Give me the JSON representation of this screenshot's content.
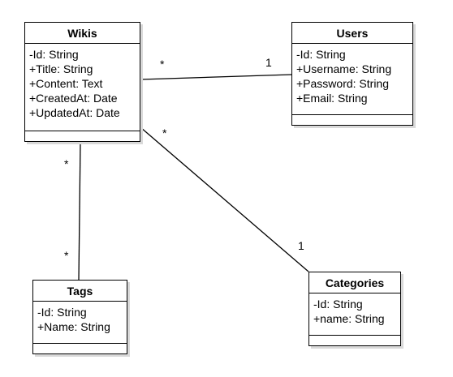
{
  "classes": {
    "wikis": {
      "name": "Wikis",
      "attributes": [
        "-Id: String",
        "+Title: String",
        "+Content: Text",
        "+CreatedAt: Date",
        "+UpdatedAt: Date"
      ]
    },
    "users": {
      "name": "Users",
      "attributes": [
        "-Id: String",
        "+Username: String",
        "+Password: String",
        "+Email: String"
      ]
    },
    "tags": {
      "name": "Tags",
      "attributes": [
        "-Id: String",
        "+Name: String"
      ]
    },
    "categories": {
      "name": "Categories",
      "attributes": [
        "-Id: String",
        "+name: String"
      ]
    }
  },
  "associations": {
    "wikis_users": {
      "wikis_end": "*",
      "users_end": "1"
    },
    "wikis_tags": {
      "wikis_end": "*",
      "tags_end": "*"
    },
    "wikis_categories": {
      "wikis_end": "*",
      "categories_end": "1"
    }
  },
  "colors": {
    "line": "#000000",
    "box_fill": "#ffffff",
    "shadow": "#d9d9d9"
  }
}
